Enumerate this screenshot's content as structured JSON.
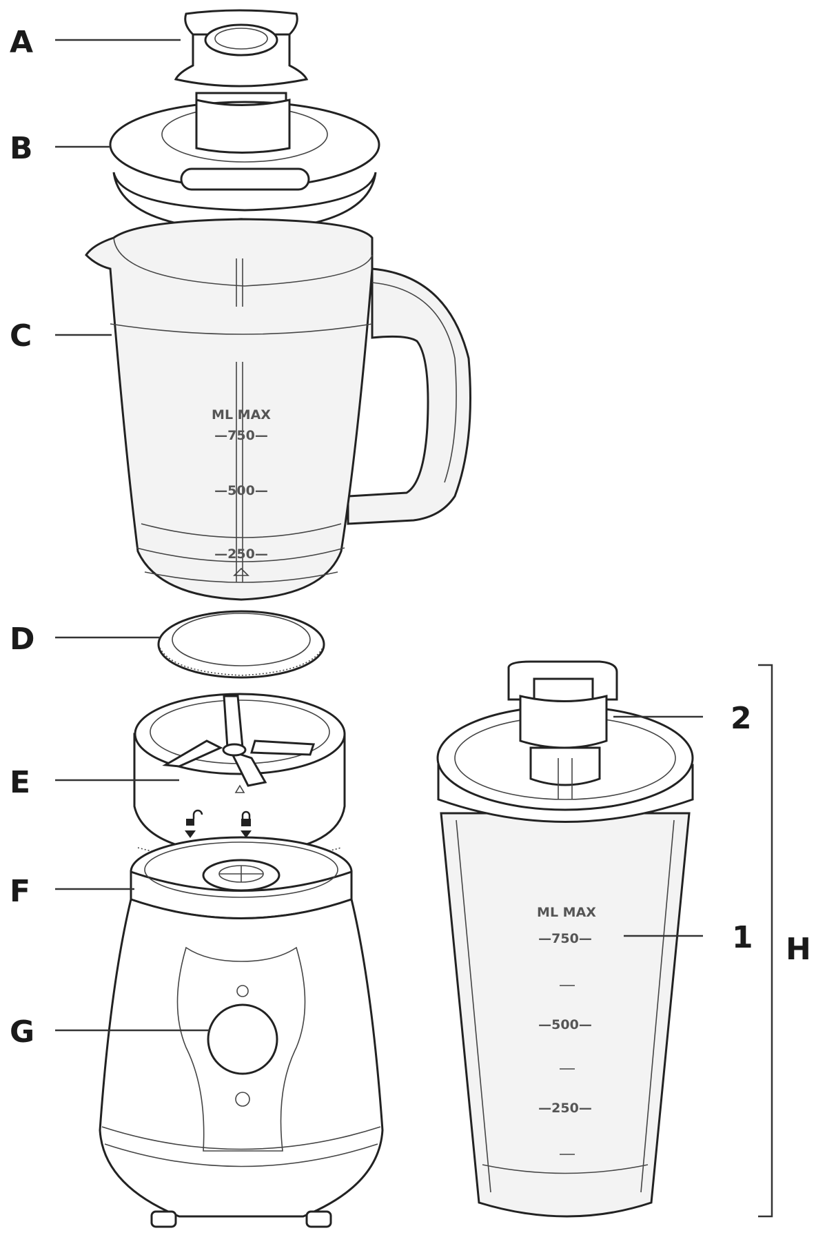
{
  "labels": {
    "A": "A",
    "B": "B",
    "C": "C",
    "D": "D",
    "E": "E",
    "F": "F",
    "G": "G",
    "H": "H",
    "one": "1",
    "two": "2"
  },
  "jug_scale": {
    "unit_label": "ML MAX",
    "marks": [
      "—750—",
      "—500—",
      "—250—"
    ]
  },
  "cup_scale": {
    "unit_label": "ML MAX",
    "marks": [
      "—750—",
      "—500—",
      "—250—"
    ]
  },
  "colors": {
    "line": "#222222",
    "glass": "#f3f3f3",
    "background": "#ffffff"
  },
  "icons": [
    "unlock-icon",
    "lock-icon",
    "arrow-down-icon",
    "arrow-up-triangle-icon"
  ]
}
